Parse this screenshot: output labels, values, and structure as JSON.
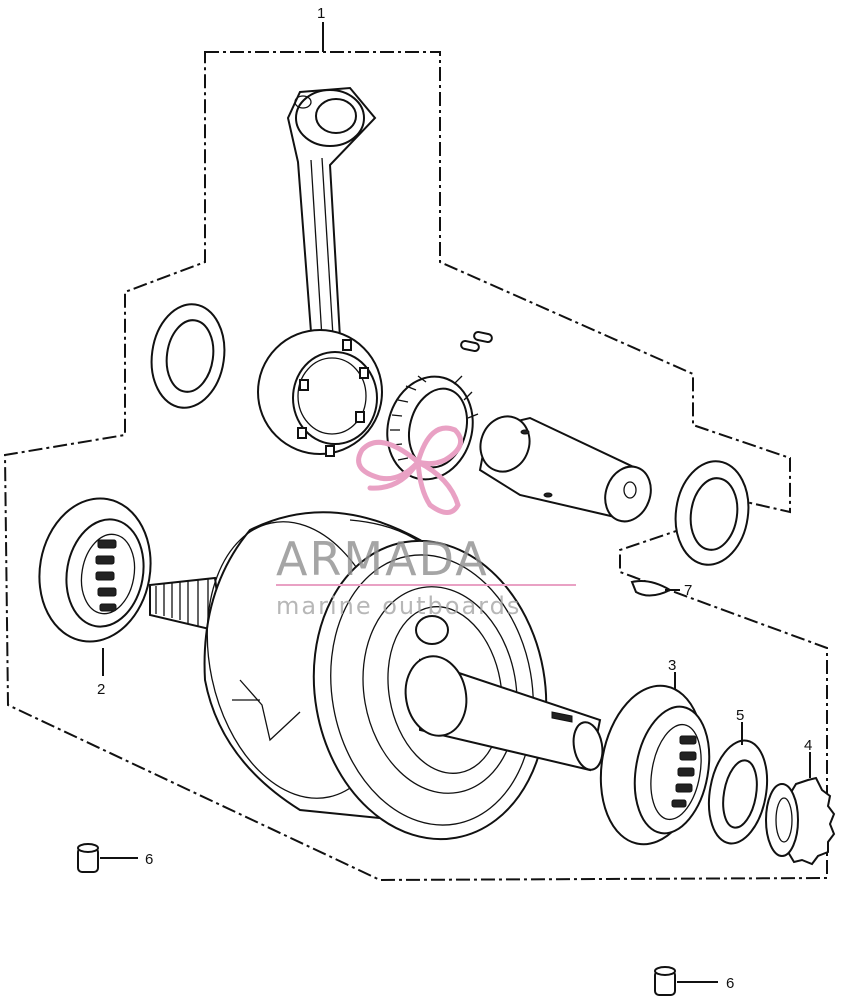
{
  "diagram": {
    "callouts": [
      {
        "id": "c1",
        "label": "1",
        "part": "connecting-rod"
      },
      {
        "id": "c2",
        "label": "2",
        "part": "left-crank-bearing"
      },
      {
        "id": "c3",
        "label": "3",
        "part": "right-crank-bearing"
      },
      {
        "id": "c4",
        "label": "4",
        "part": "cam-chain-sprocket"
      },
      {
        "id": "c5",
        "label": "5",
        "part": "washer"
      },
      {
        "id": "c6a",
        "label": "6",
        "part": "dowel-pin"
      },
      {
        "id": "c6b",
        "label": "6",
        "part": "dowel-pin"
      },
      {
        "id": "c7",
        "label": "7",
        "part": "woodruff-key"
      }
    ]
  },
  "watermark": {
    "brand": "ARMADA",
    "tagline": "marine outboards",
    "logo_color": "#e9a1c4",
    "text_color": "#8e8e8e"
  }
}
